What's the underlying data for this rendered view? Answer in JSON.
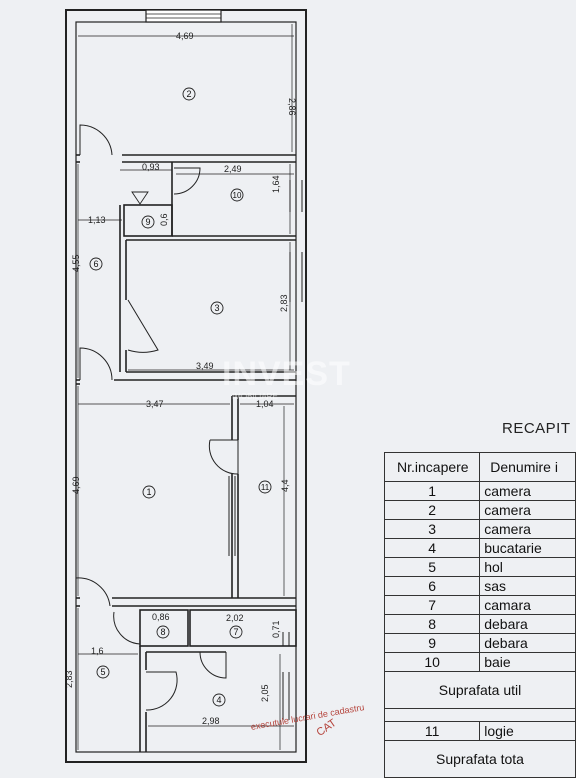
{
  "plan": {
    "dimensions": {
      "d_469_top": "4,69",
      "d_286": "2,86",
      "d_093": "0,93",
      "d_249": "2,49",
      "d_164": "1,64",
      "d_113": "1,13",
      "d_06": "0,6",
      "d_455": "4,55",
      "d_283_right": "2,83",
      "d_349": "3,49",
      "d_347": "3,47",
      "d_104": "1,04",
      "d_469_left": "4,69",
      "d_44": "4,4",
      "d_086": "0,86",
      "d_202": "2,02",
      "d_071": "0,71",
      "d_16": "1,6",
      "d_283_left": "2,83",
      "d_205": "2,05",
      "d_298": "2,98"
    },
    "room_numbers": {
      "r1": "1",
      "r2": "2",
      "r3": "3",
      "r4": "4",
      "r5": "5",
      "r6": "6",
      "r7": "7",
      "r8": "8",
      "r9": "9",
      "r10": "10",
      "r11": "11"
    }
  },
  "watermark": {
    "main": "INVEST",
    "sub": "IMOBILIARE"
  },
  "recap": {
    "title": "RECAPIT",
    "header": {
      "nr": "Nr.incapere",
      "den": "Denumire i"
    },
    "rows": [
      {
        "nr": "1",
        "den": "camera"
      },
      {
        "nr": "2",
        "den": "camera"
      },
      {
        "nr": "3",
        "den": "camera"
      },
      {
        "nr": "4",
        "den": "bucatarie"
      },
      {
        "nr": "5",
        "den": "hol"
      },
      {
        "nr": "6",
        "den": "sas"
      },
      {
        "nr": "7",
        "den": "camara"
      },
      {
        "nr": "8",
        "den": "debara"
      },
      {
        "nr": "9",
        "den": "debara"
      },
      {
        "nr": "10",
        "den": "baie"
      }
    ],
    "suprafata_utila": "Suprafata util",
    "logie_row": {
      "nr": "11",
      "den": "logie"
    },
    "suprafata_totala": "Suprafata tota"
  },
  "stamp": {
    "text1": "executule lucrari de cadastru",
    "text2": "CAT"
  },
  "colors": {
    "wall": "#222222",
    "paper": "#eef0f3",
    "stamp": "#b5443c"
  }
}
